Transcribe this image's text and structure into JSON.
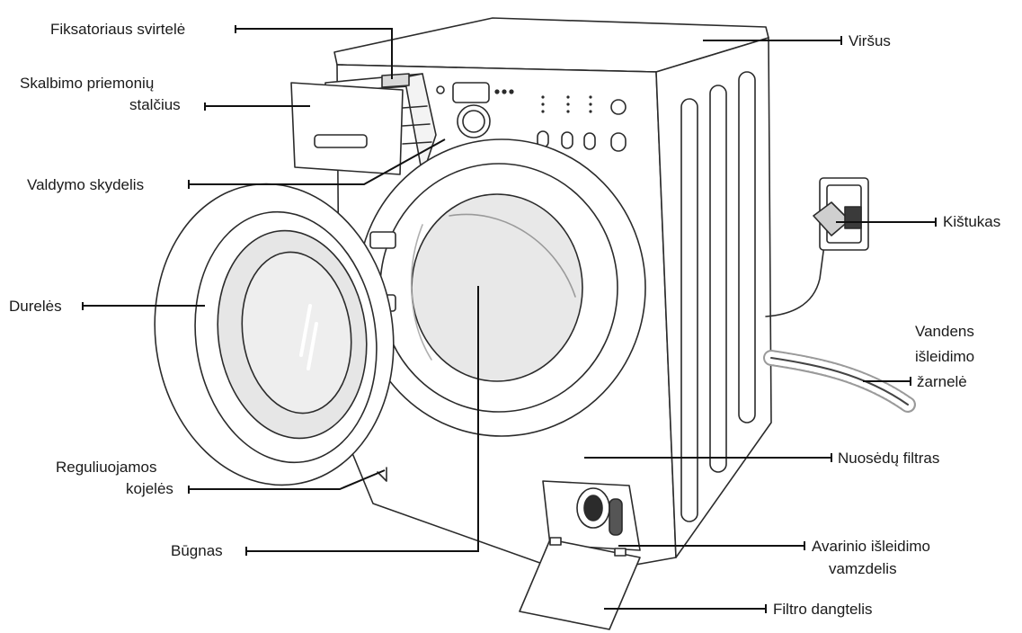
{
  "labels": {
    "lever": "Fiksatoriaus svirtelė",
    "drawer_line1": "Skalbimo priemonių",
    "drawer_line2": "stalčius",
    "control_panel": "Valdymo skydelis",
    "door": "Durelės",
    "feet_line1": "Reguliuojamos",
    "feet_line2": "kojelės",
    "drum": "Būgnas",
    "top": "Viršus",
    "plug": "Kištukas",
    "hose_line1": "Vandens",
    "hose_line2": "išleidimo",
    "hose_line3": "žarnelė",
    "filter": "Nuosėdų filtras",
    "emergency_line1": "Avarinio išleidimo",
    "emergency_line2": "vamzdelis",
    "filter_cover": "Filtro dangtelis"
  },
  "colors": {
    "outline": "#2b2b2b",
    "fill": "#ffffff",
    "shade": "#d9d9d9",
    "glass": "#e6e6e6",
    "leader": "#111111"
  }
}
